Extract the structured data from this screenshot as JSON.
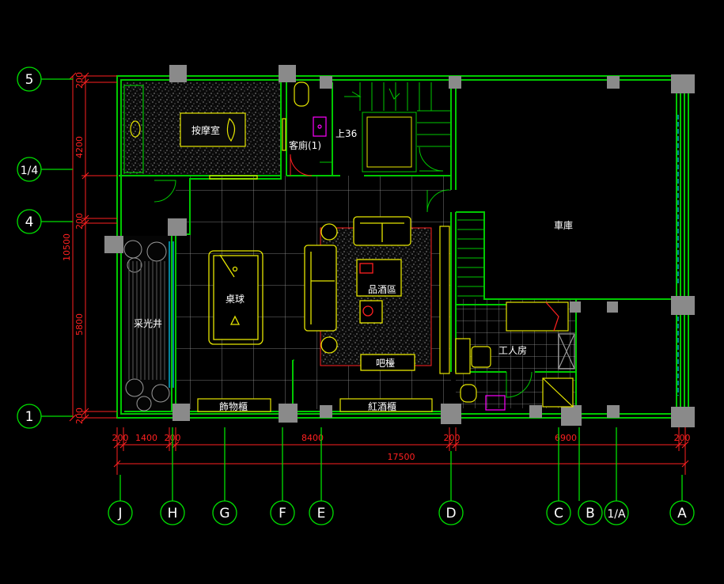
{
  "colors": {
    "background": "#000000",
    "wall": "#00c800",
    "furniture": "#e6e600",
    "dimension": "#ff2020",
    "grid_bubble": "#00e000",
    "column": "#8a8a8a",
    "text": "#ffffff",
    "accent_magenta": "#ff00ff",
    "glass_cyan": "#00d8ff"
  },
  "rooms": {
    "massage": "按摩室",
    "guest_wc": "客廁(1)",
    "stair_up": "上36",
    "garage": "車庫",
    "billiards": "桌球",
    "wine_tasting": "品酒區",
    "skylight_well": "采光井",
    "bar": "吧檯",
    "worker_room": "工人房",
    "display_cabinet": "飾物櫃",
    "wine_cabinet": "紅酒櫃"
  },
  "row_axes": [
    "5",
    "1/4",
    "4",
    "1"
  ],
  "row_dims": [
    "200",
    "4200",
    "200",
    "5800",
    "200",
    "10500"
  ],
  "col_axes": [
    "J",
    "H",
    "G",
    "F",
    "E",
    "D",
    "C",
    "B",
    "1/A",
    "A"
  ],
  "col_dims": [
    "200",
    "1400",
    "200",
    "8400",
    "200",
    "6900",
    "200",
    "17500"
  ]
}
